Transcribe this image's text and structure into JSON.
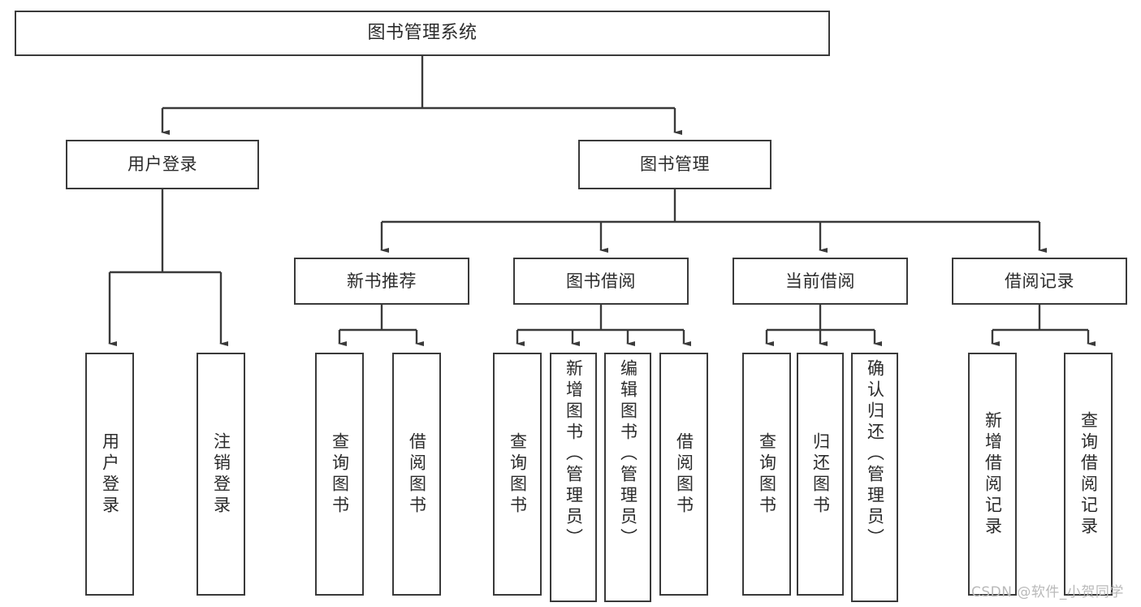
{
  "diagram": {
    "title": "图书管理系统",
    "type": "hierarchy-tree",
    "watermark": "CSDN @软件_小贺同学",
    "colors": {
      "stroke": "#3a3a3a",
      "fill": "#ffffff",
      "text": "#2b2b2b",
      "watermark": "#b9b9b9"
    },
    "nodes": {
      "root": {
        "label": "图书管理系统"
      },
      "level1": [
        {
          "id": "user-login",
          "label": "用户登录"
        },
        {
          "id": "book-management",
          "label": "图书管理"
        }
      ],
      "level2": [
        {
          "id": "new-book-recommend",
          "label": "新书推荐"
        },
        {
          "id": "book-borrow",
          "label": "图书借阅"
        },
        {
          "id": "current-borrow",
          "label": "当前借阅"
        },
        {
          "id": "borrow-record",
          "label": "借阅记录"
        }
      ],
      "leaves": {
        "user-login": [
          {
            "id": "leaf-user-login",
            "label": "用户登录"
          },
          {
            "id": "leaf-logout",
            "label": "注销登录"
          }
        ],
        "new-book-recommend": [
          {
            "id": "leaf-query-book-1",
            "label": "查询图书"
          },
          {
            "id": "leaf-borrow-book-1",
            "label": "借阅图书"
          }
        ],
        "book-borrow": [
          {
            "id": "leaf-query-book-2",
            "label": "查询图书"
          },
          {
            "id": "leaf-add-book",
            "label": "新增图书（管理员）"
          },
          {
            "id": "leaf-edit-book",
            "label": "编辑图书（管理员）"
          },
          {
            "id": "leaf-borrow-book-2",
            "label": "借阅图书"
          }
        ],
        "current-borrow": [
          {
            "id": "leaf-query-book-3",
            "label": "查询图书"
          },
          {
            "id": "leaf-return-book",
            "label": "归还图书"
          },
          {
            "id": "leaf-confirm-return",
            "label": "确认归还（管理员）"
          }
        ],
        "borrow-record": [
          {
            "id": "leaf-add-record",
            "label": "新增借阅记录"
          },
          {
            "id": "leaf-query-record",
            "label": "查询借阅记录"
          }
        ]
      }
    }
  }
}
